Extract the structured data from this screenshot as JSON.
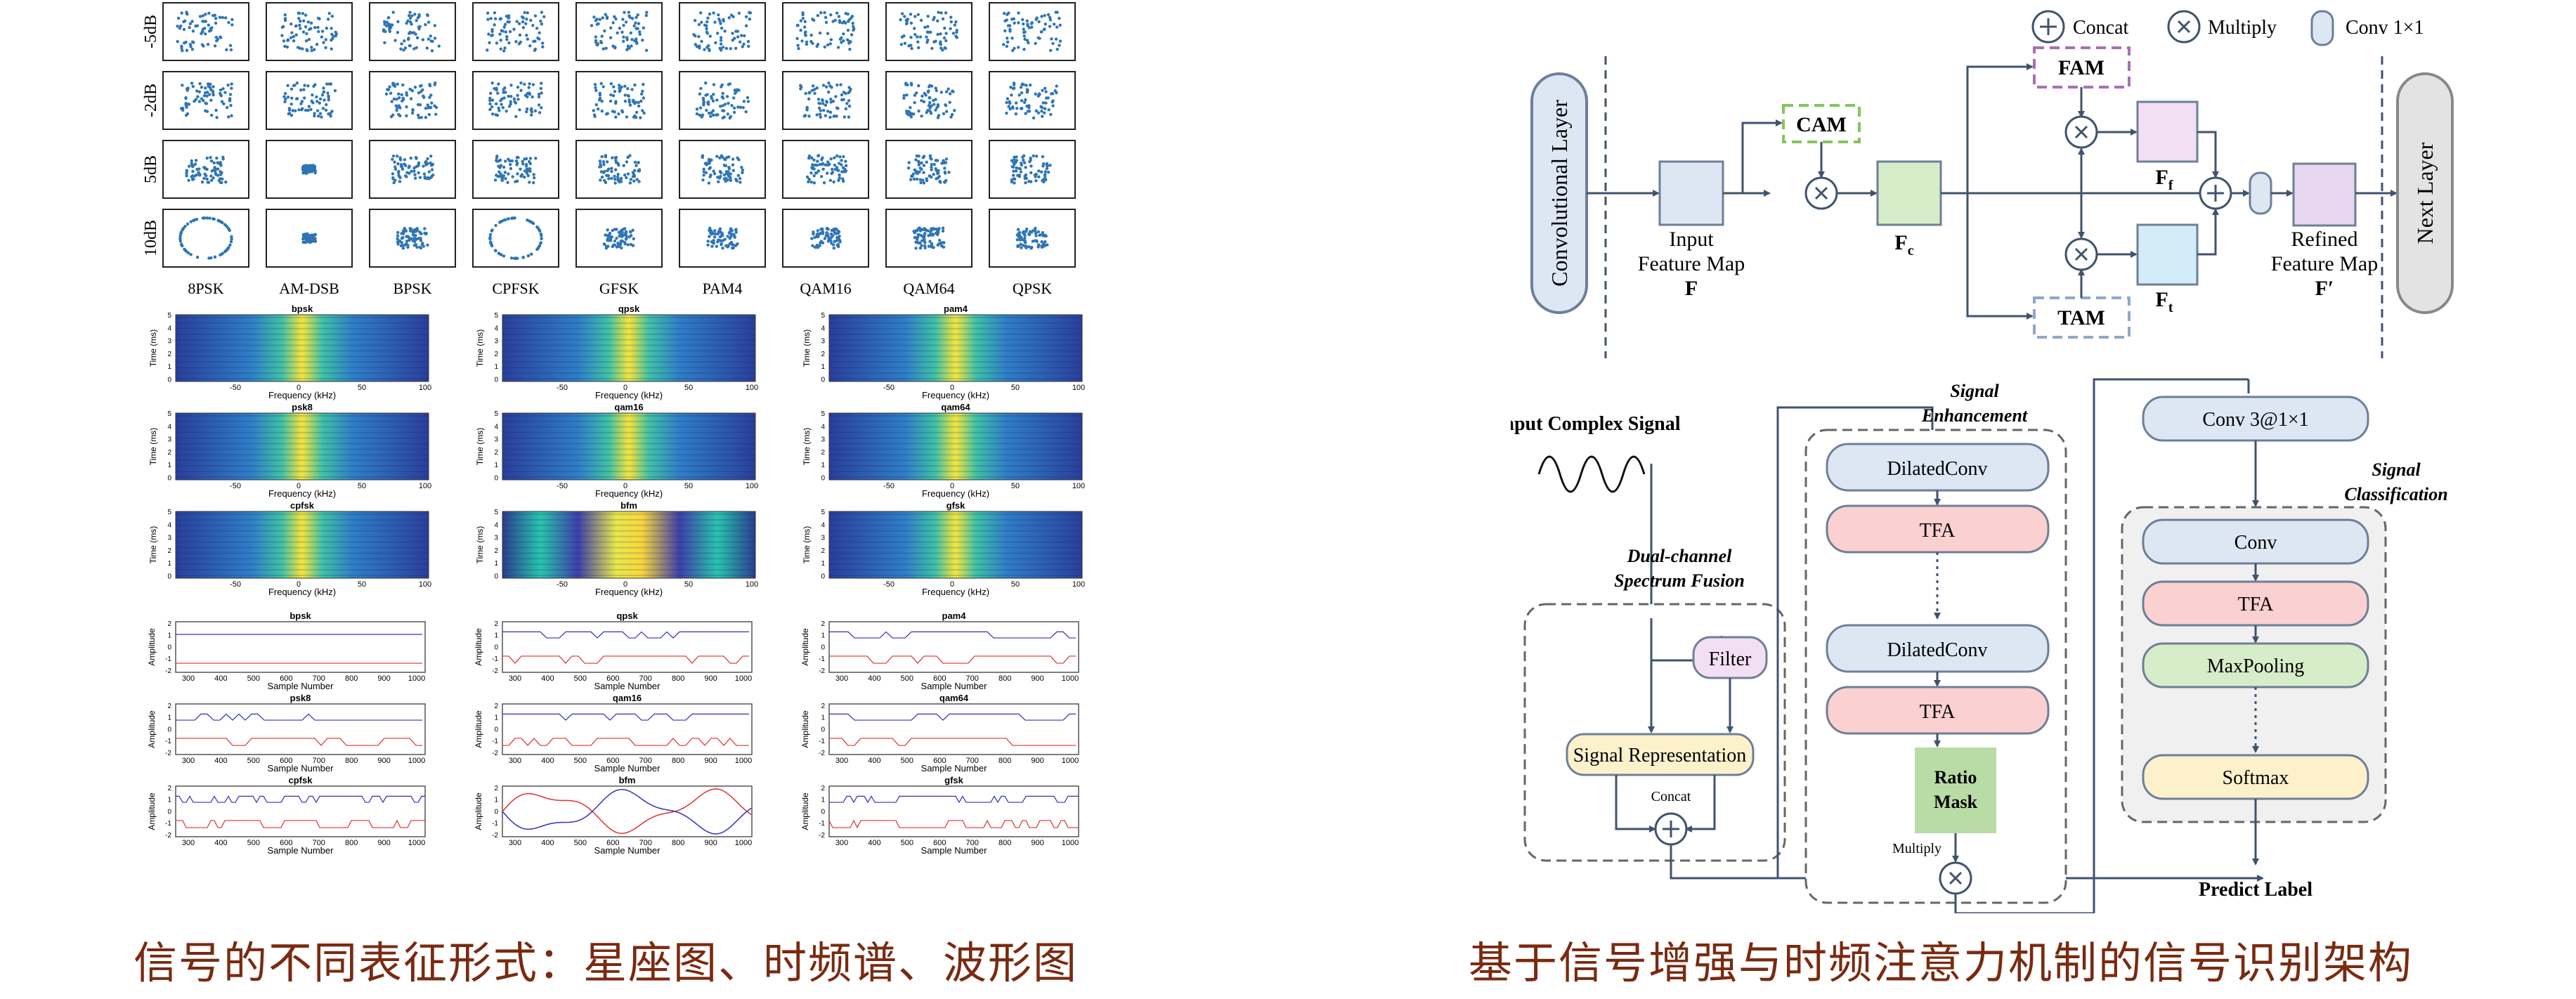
{
  "captions": {
    "left": "信号的不同表征形式：星座图、时频谱、波形图",
    "right": "基于信号增强与时频注意力机制的信号识别架构"
  },
  "constellation": {
    "row_labels": [
      "-5dB",
      "-2dB",
      "5dB",
      "10dB"
    ],
    "col_labels": [
      "8PSK",
      "AM-DSB",
      "BPSK",
      "CPFSK",
      "GFSK",
      "PAM4",
      "QAM16",
      "QAM64",
      "QPSK"
    ]
  },
  "spectrogram": {
    "titles": [
      "bpsk",
      "qpsk",
      "pam4",
      "psk8",
      "qam16",
      "qam64",
      "cpfsk",
      "bfm",
      "gfsk"
    ],
    "xlabel": "Frequency (kHz)",
    "ylabel": "Time (ms)",
    "x_ticks": [
      "-50",
      "0",
      "50",
      "100"
    ],
    "y_ticks": [
      "5",
      "4",
      "3",
      "2",
      "1",
      "0"
    ]
  },
  "waveform": {
    "titles": [
      "bpsk",
      "qpsk",
      "pam4",
      "psk8",
      "qam16",
      "qam64",
      "cpfsk",
      "bfm",
      "gfsk"
    ],
    "xlabel": "Sample Number",
    "ylabel": "Amplitude",
    "x_ticks": [
      "300",
      "400",
      "500",
      "600",
      "700",
      "800",
      "900",
      "1000"
    ],
    "y_ticks": [
      "2",
      "1",
      "0",
      "-1",
      "-2"
    ]
  },
  "legend": {
    "concat": "Concat",
    "multiply": "Multiply",
    "conv": "Conv 1×1"
  },
  "attention": {
    "conv_layer": "Convolutional Layer",
    "next_layer": "Next Layer",
    "cam": "CAM",
    "fam": "FAM",
    "tam": "TAM",
    "input_fm": [
      "Input",
      "Feature Map",
      "F"
    ],
    "fc": "F",
    "fc_sub": "c",
    "ff": "F",
    "ff_sub": "f",
    "ft": "F",
    "ft_sub": "t",
    "refined": [
      "Refined",
      "Feature Map",
      "F′"
    ]
  },
  "pipeline": {
    "input_signal": "Input Complex Signal",
    "dual_channel": [
      "Dual-channel",
      "Spectrum Fusion"
    ],
    "filter": "Filter",
    "signal_repr": "Signal Representation",
    "concat": "Concat",
    "signal_enh": [
      "Signal",
      "Enhancement"
    ],
    "dilated1": "DilatedConv",
    "tfa1": "TFA",
    "dilated2": "DilatedConv",
    "tfa2": "TFA",
    "ratio_mask": [
      "Ratio",
      "Mask"
    ],
    "multiply": "Multiply",
    "conv3": "Conv 3@1×1",
    "signal_cls": [
      "Signal",
      "Classification"
    ],
    "conv": "Conv",
    "tfa3": "TFA",
    "maxpool": "MaxPooling",
    "softmax": "Softmax",
    "predict": "Predict Label"
  },
  "colors": {
    "caption": "#7a2a10",
    "blue_block": "#dde6f3",
    "pink_block": "#fbd0d1",
    "green_block": "#d7ecc9",
    "yellow_block": "#fdf1cc",
    "purple_block": "#f3dff4",
    "line": "#40536e"
  }
}
